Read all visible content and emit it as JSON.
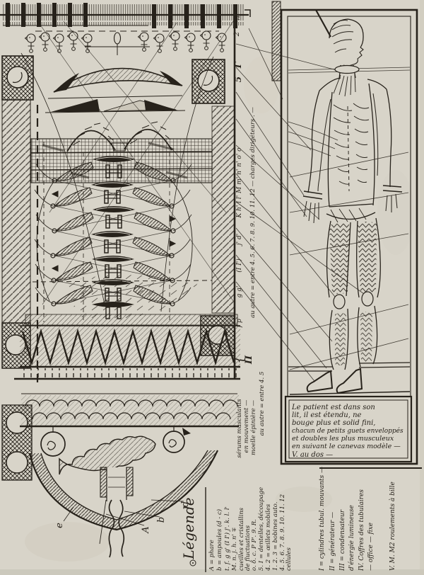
{
  "palette": {
    "paper": "#d8d4c9",
    "paper_light": "#ddd9cf",
    "ink": "#27221b",
    "stain": "#b9a98a"
  },
  "caption_box": {
    "lines": [
      "Le patient est dans son",
      "lit, il est étendu, ne",
      "bouge plus et solid fini,",
      "chacun de petits guets enveloppés",
      "et doubles les plus musculeux",
      "en suivant le canevas modèle —",
      "V. au dos —"
    ]
  },
  "machine_labels": {
    "top_right": [
      "n'",
      "2",
      "Γ",
      "5"
    ],
    "frame_letter_column": "K h' l l' M m' n' n' o' o",
    "frame_pairs": [
      "j' d'",
      "(I I')",
      "g g'",
      "f p'"
    ],
    "brace": "{",
    "section_two": "II",
    "vertical_sentence": "au autre = entre 4. 5. 6. 7. 8. 9. 10. 11. 12 — charges dirigéteurs . —",
    "muscle_block": [
      "sérums musculants",
      "en mouvement —",
      "moelle épinière —",
      "au autre = entre 4. 5"
    ]
  },
  "bowl_labels": {
    "e": "e",
    "a": "A",
    "b": "b",
    "d": "d"
  },
  "legend": {
    "title": "Légende",
    "col1": [
      "A = phare",
      "b = ampoules (d - c)",
      "t. f. g g' (I I') j'. k. l. l'",
      "M. n. j. h. n' ∓",
      "cueilles et cristallins",
      "de fluctuations",
      "o. δ. c. P P'. 9. R.",
      "5. I = dentelles, découpage",
      "4. 2 = œillets mobiles",
      "1. 2. 3 = bobines auto.",
      "4. 5. 6. 7. 8. 9. 10. 11. 12",
      "cellules"
    ],
    "col2": [
      "I = cylindres tubul. mouvants —",
      "II = générateur —",
      "III = condensateur",
      "d'énergie lumineuse",
      "IV. Coffres des tubulaires",
      "— office — fixe",
      "V. M. M2 roulements à bille"
    ]
  }
}
